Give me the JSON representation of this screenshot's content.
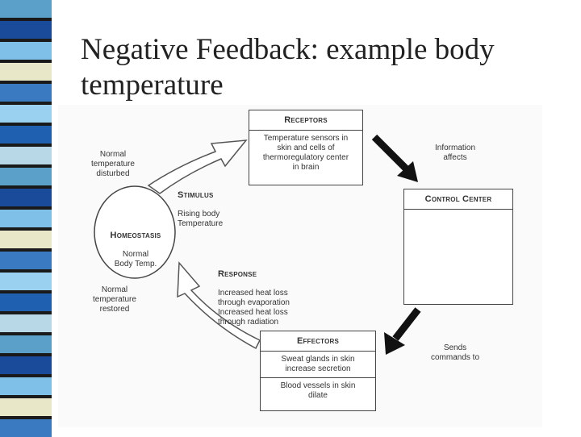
{
  "slide": {
    "title": "Negative Feedback: example body temperature"
  },
  "diagram": {
    "receptors": {
      "heading": "Receptors",
      "body": "Temperature sensors in\nskin and cells of\nthermoregulatory center\nin brain"
    },
    "control_center": {
      "heading": "Control Center"
    },
    "effectors": {
      "heading": "Effectors",
      "items": [
        "Sweat glands in skin\nincrease secretion",
        "Blood vessels in skin\ndilate"
      ]
    },
    "homeostasis": {
      "heading": "Homeostasis",
      "body": "Normal\nBody Temp."
    },
    "stimulus": {
      "heading": "Stimulus",
      "body": "Rising body\nTemperature"
    },
    "response": {
      "heading": "Response",
      "body": "Increased heat loss\nthrough evaporation\nIncreased heat loss\nthrough radiation"
    },
    "normal_disturbed": "Normal\ntemperature\ndisturbed",
    "normal_restored": "Normal\ntemperature\nrestored",
    "information_affects": "Information\naffects",
    "sends_commands": "Sends\ncommands to"
  },
  "strip_colors": [
    "#5aa0c8",
    "#1a4a9a",
    "#7ec0e8",
    "#e8e8c8",
    "#3a7ac0",
    "#9ad0f0",
    "#2060b0",
    "#b8d8e8"
  ]
}
